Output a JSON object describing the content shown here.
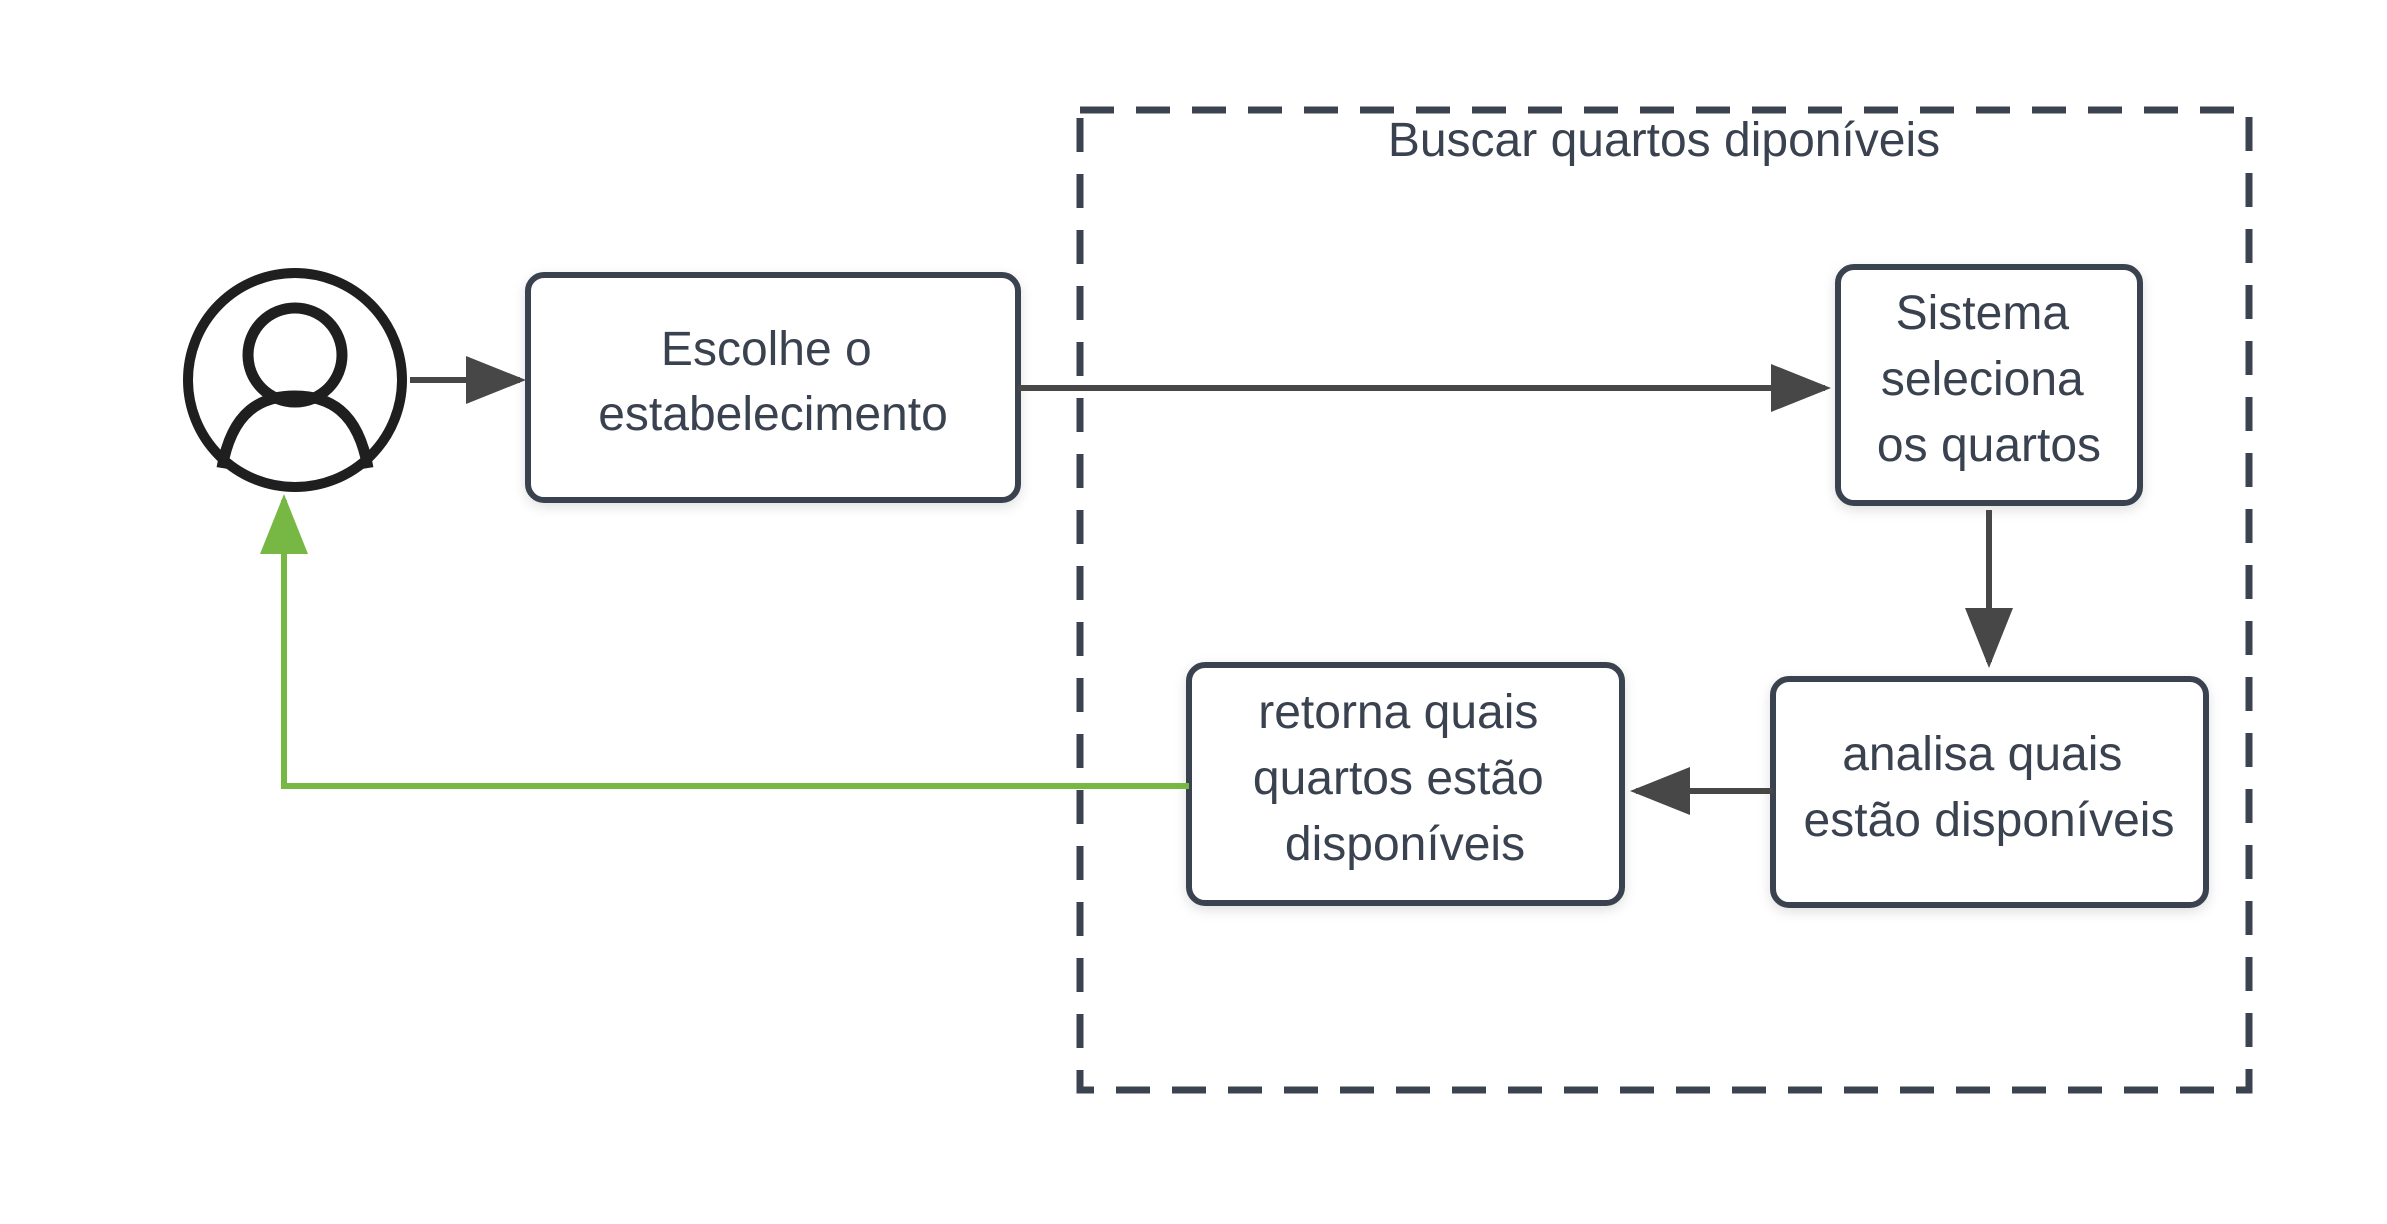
{
  "group": {
    "title": "Buscar quartos diponíveis"
  },
  "actor": {
    "icon": "user-icon"
  },
  "nodes": {
    "escolhe": {
      "lines": [
        "Escolhe  o",
        "estabelecimento"
      ]
    },
    "sistema": {
      "lines": [
        "Sistema",
        "seleciona",
        "os quartos"
      ]
    },
    "analisa": {
      "lines": [
        "analisa quais",
        "estão disponíveis"
      ]
    },
    "retorna": {
      "lines": [
        "retorna quais",
        "quartos estão",
        "disponíveis"
      ]
    }
  },
  "colors": {
    "box_stroke": "#3b4350",
    "arrow": "#474747",
    "return_arrow": "#76b843",
    "text": "#3a4250"
  }
}
